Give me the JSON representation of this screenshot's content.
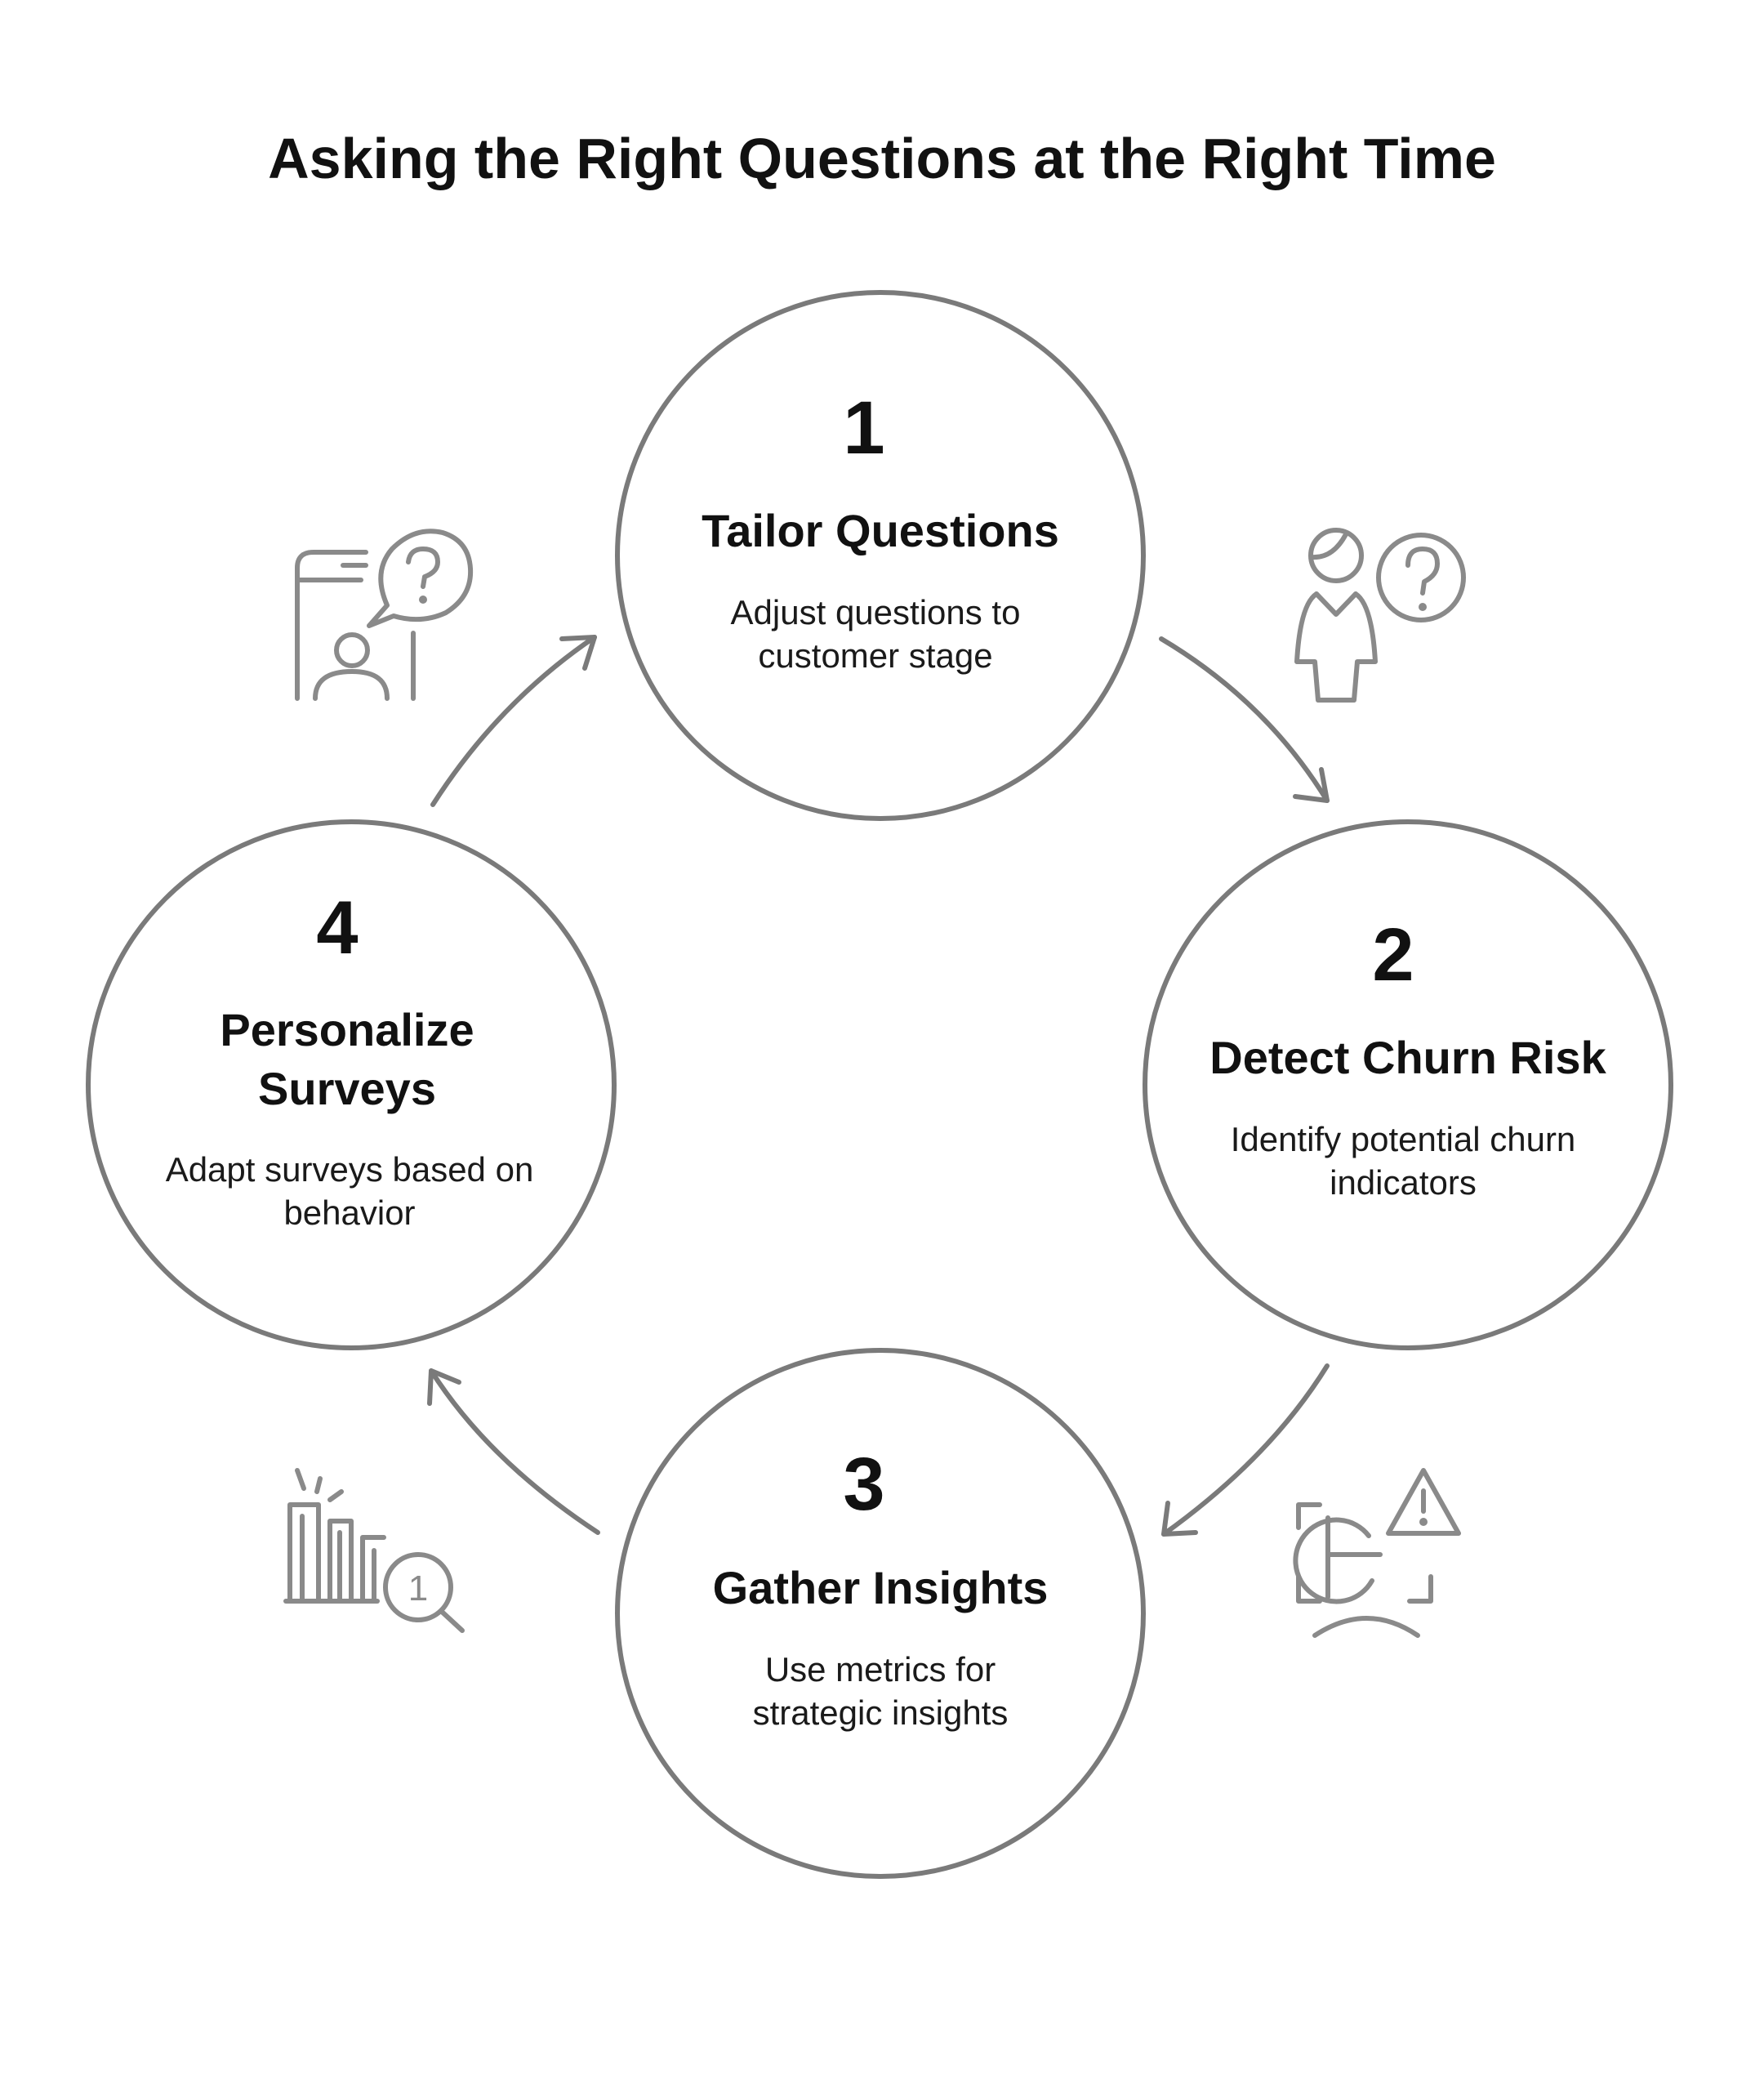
{
  "title": "Asking the Right Questions at the Right Time",
  "steps": [
    {
      "number": "1",
      "title_lines": [
        "Tailor Questions"
      ],
      "desc_lines": [
        "Adjust questions to",
        "customer stage"
      ],
      "icon": "survey-question-icon"
    },
    {
      "number": "2",
      "title_lines": [
        "Detect Churn Risk"
      ],
      "desc_lines": [
        "Identify potential churn",
        "indicators"
      ],
      "icon": "customer-question-icon"
    },
    {
      "number": "3",
      "title_lines": [
        "Gather Insights"
      ],
      "desc_lines": [
        "Use metrics for",
        "strategic insights"
      ],
      "icon": "risk-analysis-icon"
    },
    {
      "number": "4",
      "title_lines": [
        "Personalize",
        "Surveys"
      ],
      "desc_lines": [
        "Adapt surveys based on",
        "behavior"
      ],
      "icon": "bar-chart-search-icon"
    }
  ],
  "icon_labels": {
    "magnifier_digit": "1"
  },
  "colors": {
    "outline": "#7a7a7a",
    "icon": "#8a8a8a",
    "text": "#111111",
    "background": "#ffffff"
  }
}
